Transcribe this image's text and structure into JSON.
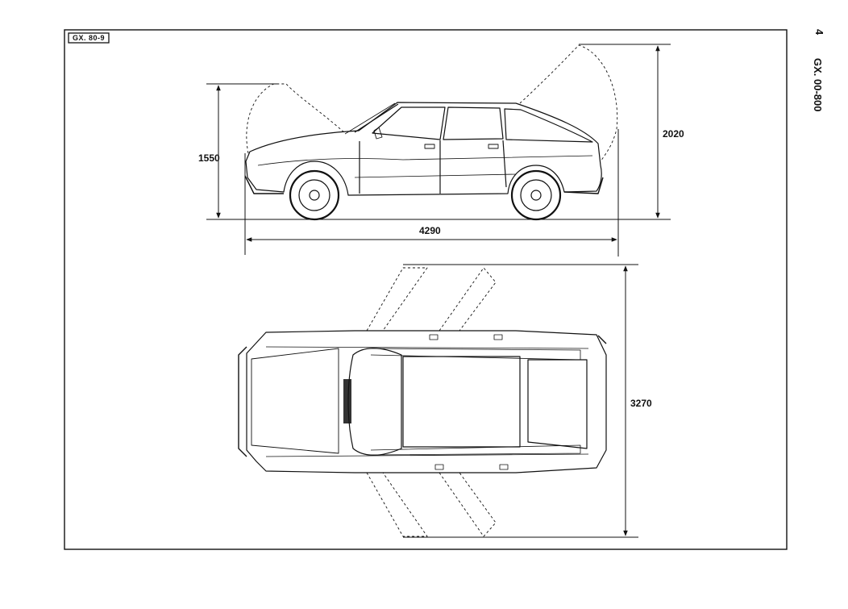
{
  "document": {
    "ref_code": "GX. 80-9",
    "page_number": "4",
    "page_code": "GX. 00-800"
  },
  "dimensions": {
    "height": "1550",
    "height_open": "2020",
    "length": "4290",
    "width_open": "3270"
  },
  "colors": {
    "ink": "#111111",
    "paper": "#ffffff",
    "vent": "#333333"
  }
}
